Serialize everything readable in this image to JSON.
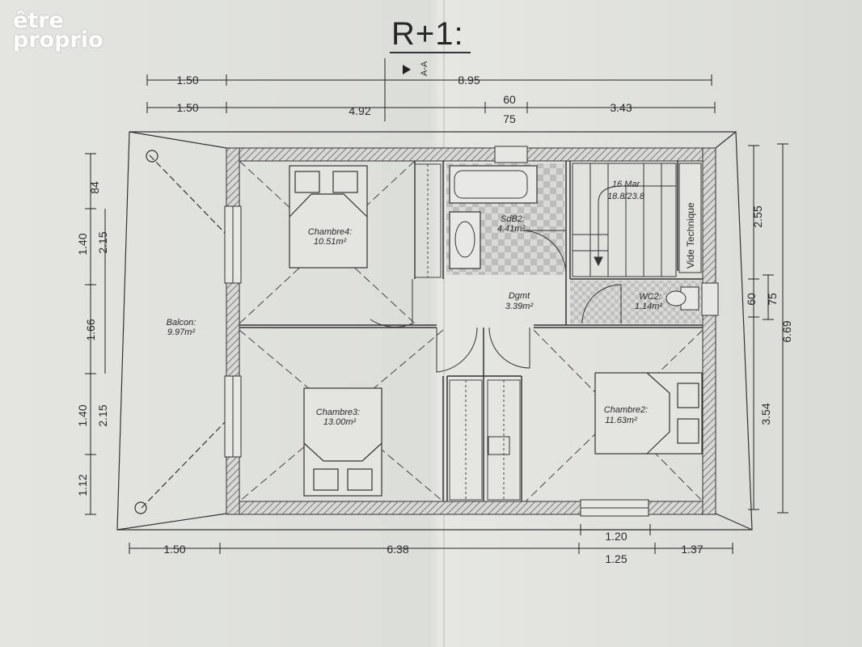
{
  "brand": {
    "line1": "être",
    "line2": "proprio"
  },
  "plan_title": "R+1:",
  "section_marker": "A-A",
  "dimensions": {
    "top_row1": [
      "1.50",
      "8.95"
    ],
    "top_row2": [
      "1.50",
      "4.92",
      "60",
      "75",
      "3.43"
    ],
    "left_outer": [
      "84",
      "1.40",
      "1.66",
      "1.40",
      "1.12"
    ],
    "left_inner": [
      "2.15",
      "2.15"
    ],
    "right_inner": [
      "2.55",
      "60",
      "3.54"
    ],
    "right_mid": [
      "75"
    ],
    "right_outer": [
      "6.69"
    ],
    "bottom_row1": [
      "1.20"
    ],
    "bottom_row2": [
      "1.50",
      "6.38",
      "1.37"
    ],
    "bottom_row3": [
      "1.25"
    ]
  },
  "rooms": {
    "chambre4": {
      "name": "Chambre4:",
      "area": "10.51m²"
    },
    "sdb2": {
      "name": "SdB2:",
      "area": "4.41m²"
    },
    "stairs": {
      "name": "16 Mar",
      "spec": "18.8/23.8"
    },
    "vide": {
      "name": "Vide Technique"
    },
    "balcon": {
      "name": "Balcon:",
      "area": "9.97m²"
    },
    "dgmt": {
      "name": "Dgmt",
      "area": "3.39m²"
    },
    "wc2": {
      "name": "WC2:",
      "area": "1.14m²"
    },
    "chambre3": {
      "name": "Chambre3:",
      "area": "13.00m²"
    },
    "chambre2": {
      "name": "Chambre2:",
      "area": "11.63m²"
    }
  },
  "colors": {
    "paper": "#dfe1dd",
    "ink": "#2a2a2a",
    "wall_hatch": "#8a8a8a",
    "tile": "#bdbdbd"
  }
}
